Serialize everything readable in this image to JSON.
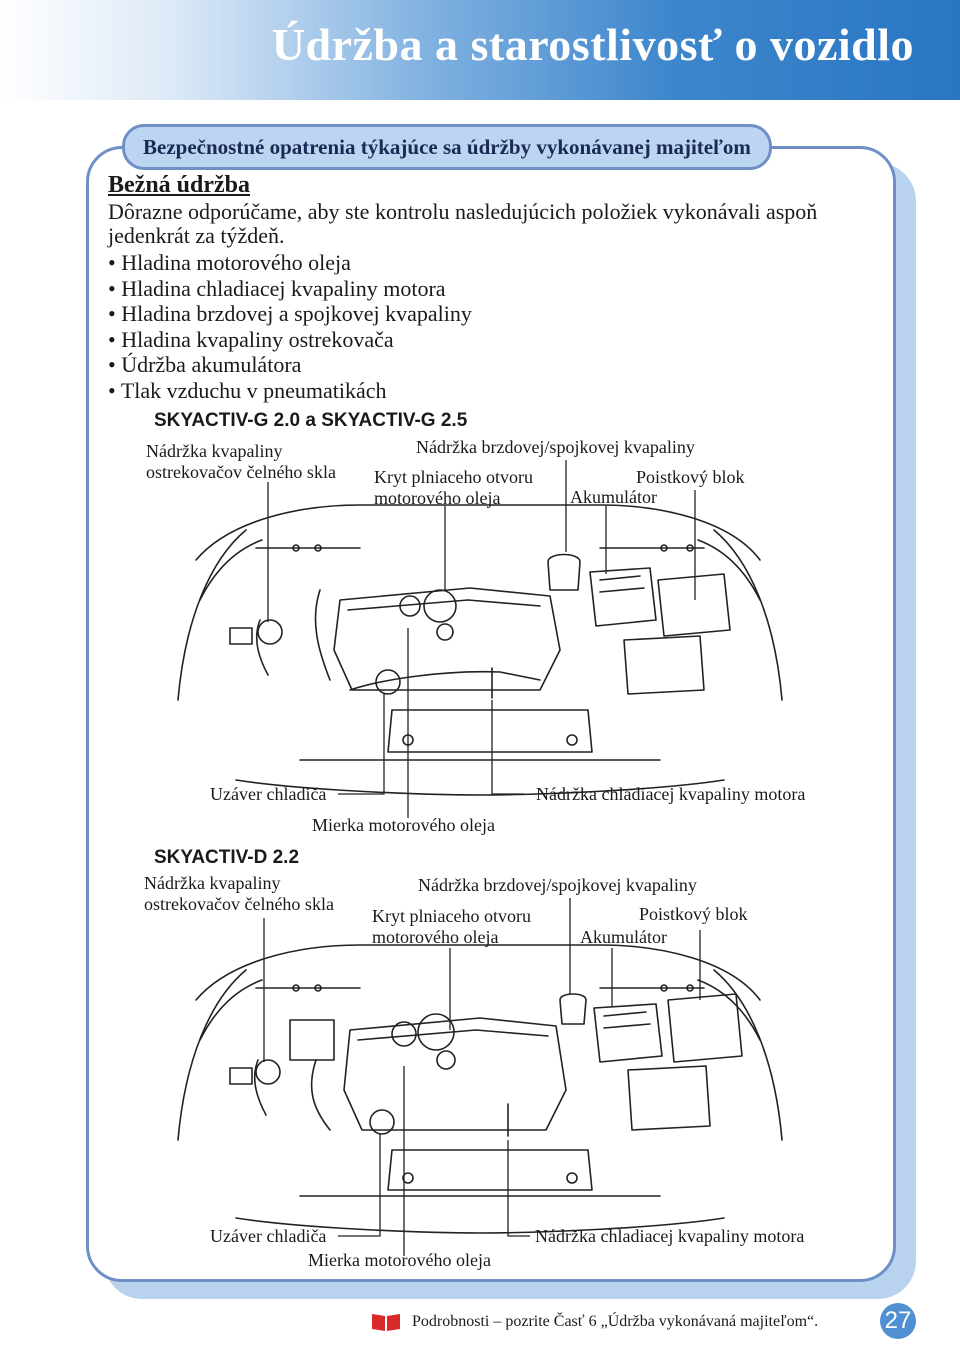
{
  "header": {
    "title": "Údržba a starostlivosť o vozidlo"
  },
  "panel": {
    "pill": "Bezpečnostné opatrenia týkajúce sa údržby vykonávanej majiteľom",
    "section_title": "Bežná údržba",
    "intro": "Dôrazne odporúčame, aby ste kontrolu nasledujúcich položiek vykonávali aspoň jedenkrát za týždeň.",
    "bullets": [
      "Hladina motorového oleja",
      "Hladina chladiacej kvapaliny motora",
      "Hladina brzdovej a spojkovej kvapaliny",
      "Hladina kvapaliny ostrekovača",
      "Údržba akumulátora",
      "Tlak vzduchu v pneumatikách"
    ]
  },
  "figure1": {
    "title": "SKYACTIV-G 2.0 a SKYACTIV-G 2.5",
    "washer_1": "Nádržka kvapaliny",
    "washer_2": "ostrekovačov čelného skla",
    "brake": "Nádržka brzdovej/spojkovej kvapaliny",
    "oilcap_1": "Kryt plniaceho otvoru",
    "oilcap_2": "motorového oleja",
    "battery": "Akumulátor",
    "fuse": "Poistkový blok",
    "radiator": "Uzáver chladiča",
    "coolant": "Nádržka chladiacej kvapaliny motora",
    "dipstick": "Mierka motorového oleja"
  },
  "figure2": {
    "title": "SKYACTIV-D 2.2",
    "washer_1": "Nádržka kvapaliny",
    "washer_2": "ostrekovačov čelného skla",
    "brake": "Nádržka brzdovej/spojkovej kvapaliny",
    "oilcap_1": "Kryt plniaceho otvoru",
    "oilcap_2": "motorového oleja",
    "battery": "Akumulátor",
    "fuse": "Poistkový blok",
    "radiator": "Uzáver chladiča",
    "coolant": "Nádržka chladiacej kvapaliny motora",
    "dipstick": "Mierka motorového oleja"
  },
  "footer": {
    "note": "Podrobnosti – pozrite Časť 6 „Údržba vykonávaná majiteľom“.",
    "page": "27",
    "icon": "book-icon"
  },
  "colors": {
    "accent": "#2a76c2",
    "panel_border": "#6f8fc7",
    "pill_bg": "#bcd5f0",
    "book": "#d92a2a"
  }
}
